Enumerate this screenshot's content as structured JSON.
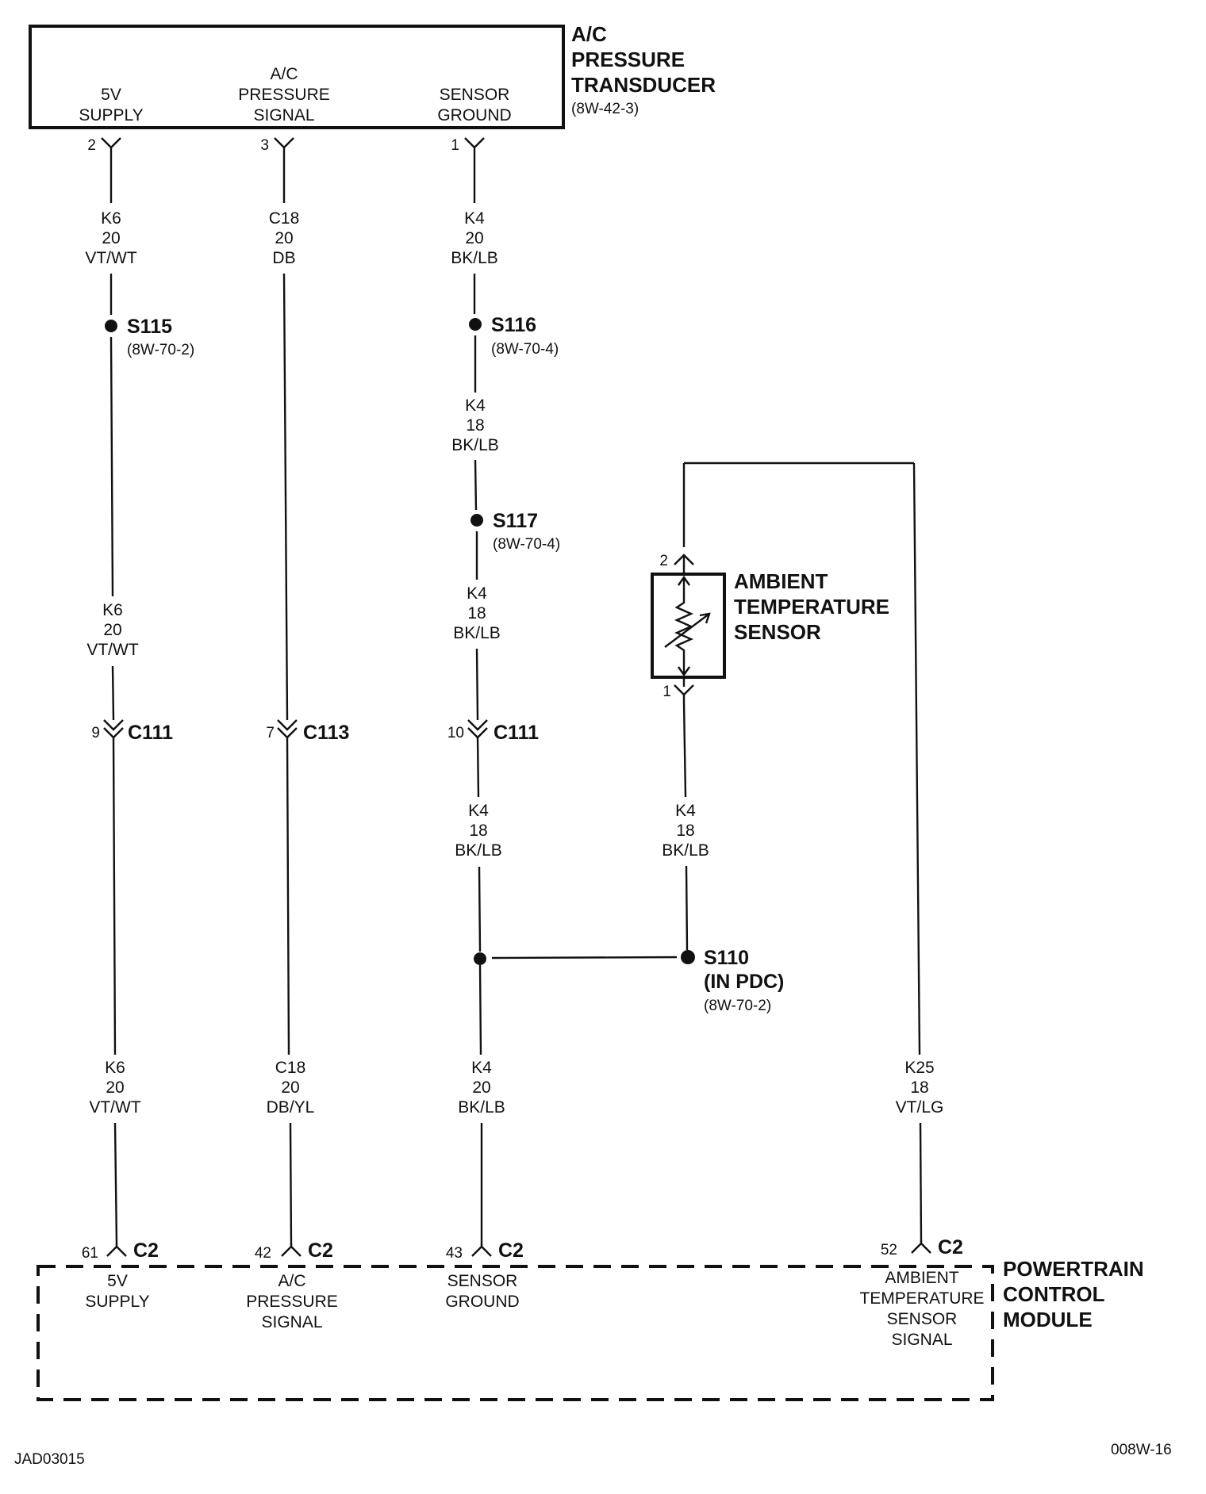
{
  "transducer": {
    "title": [
      "A/C",
      "PRESSURE",
      "TRANSDUCER"
    ],
    "ref": "(8W-42-3)",
    "pins": [
      {
        "label": [
          "5V",
          "SUPPLY"
        ],
        "pin": "2"
      },
      {
        "label": [
          "A/C",
          "PRESSURE",
          "SIGNAL"
        ],
        "pin": "3"
      },
      {
        "label": [
          "SENSOR",
          "GROUND"
        ],
        "pin": "1"
      }
    ]
  },
  "wires": {
    "k6_top": [
      "K6",
      "20",
      "VT/WT"
    ],
    "c18_top": [
      "C18",
      "20",
      "DB"
    ],
    "k4_top": [
      "K4",
      "20",
      "BK/LB"
    ],
    "k4_mid1": [
      "K4",
      "18",
      "BK/LB"
    ],
    "k4_mid2": [
      "K4",
      "18",
      "BK/LB"
    ],
    "k6_mid": [
      "K6",
      "20",
      "VT/WT"
    ],
    "k4_low": [
      "K4",
      "18",
      "BK/LB"
    ],
    "k4_sensor": [
      "K4",
      "18",
      "BK/LB"
    ],
    "k6_bot": [
      "K6",
      "20",
      "VT/WT"
    ],
    "c18_bot": [
      "C18",
      "20",
      "DB/YL"
    ],
    "k4_bot": [
      "K4",
      "20",
      "BK/LB"
    ],
    "k25": [
      "K25",
      "18",
      "VT/LG"
    ]
  },
  "splices": {
    "s115": {
      "name": "S115",
      "ref": "(8W-70-2)"
    },
    "s116": {
      "name": "S116",
      "ref": "(8W-70-4)"
    },
    "s117": {
      "name": "S117",
      "ref": "(8W-70-4)"
    },
    "s110": {
      "name": "S110",
      "sub": "(IN PDC)",
      "ref": "(8W-70-2)"
    }
  },
  "inline_connectors": [
    {
      "pin": "9",
      "name": "C111"
    },
    {
      "pin": "7",
      "name": "C113"
    },
    {
      "pin": "10",
      "name": "C111"
    }
  ],
  "ambient_sensor": {
    "title": [
      "AMBIENT",
      "TEMPERATURE",
      "SENSOR"
    ],
    "pin_top": "2",
    "pin_bottom": "1"
  },
  "pcm": {
    "title": [
      "POWERTRAIN",
      "CONTROL",
      "MODULE"
    ],
    "connector": "C2",
    "pins": [
      {
        "pin": "61",
        "label": [
          "5V",
          "SUPPLY"
        ]
      },
      {
        "pin": "42",
        "label": [
          "A/C",
          "PRESSURE",
          "SIGNAL"
        ]
      },
      {
        "pin": "43",
        "label": [
          "SENSOR",
          "GROUND"
        ]
      },
      {
        "pin": "52",
        "label": [
          "AMBIENT",
          "TEMPERATURE",
          "SENSOR",
          "SIGNAL"
        ]
      }
    ]
  },
  "footer": {
    "left": "JAD03015",
    "right": "008W-16"
  }
}
